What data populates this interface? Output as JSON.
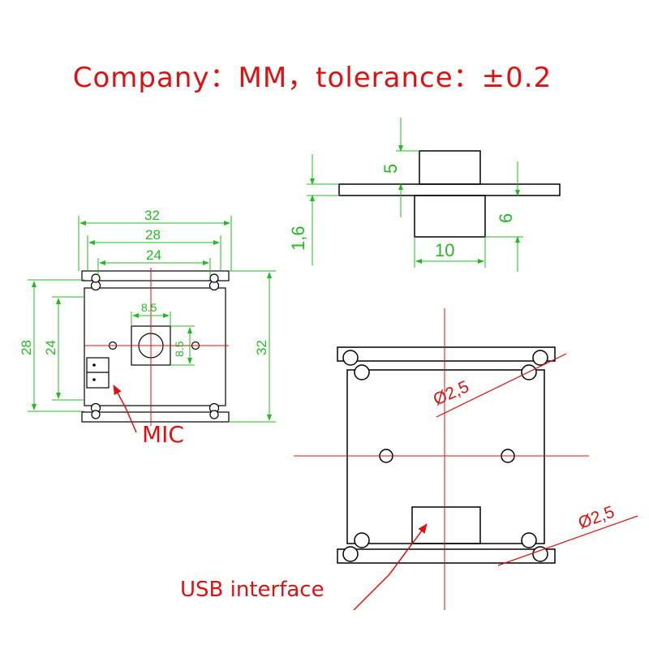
{
  "header": {
    "title": "Company：MM，tolerance：±0.2"
  },
  "side_view": {
    "thickness": "1,6",
    "top_height": "5",
    "right_height": "6",
    "bottom_width": "10"
  },
  "front_view": {
    "width_outer": "32",
    "width_mid": "28",
    "width_inner": "24",
    "height_left_outer": "28",
    "height_left_inner": "24",
    "height_right": "32",
    "lens_w": "8.5",
    "lens_h": "8.5",
    "mic_label": "MIC"
  },
  "large_view": {
    "hole_top": "Ø2,5",
    "hole_bottom": "Ø2,5",
    "usb_label": "USB interface"
  },
  "colors": {
    "outline": "#000000",
    "dimension": "#22bb22",
    "callout": "#e01010"
  }
}
